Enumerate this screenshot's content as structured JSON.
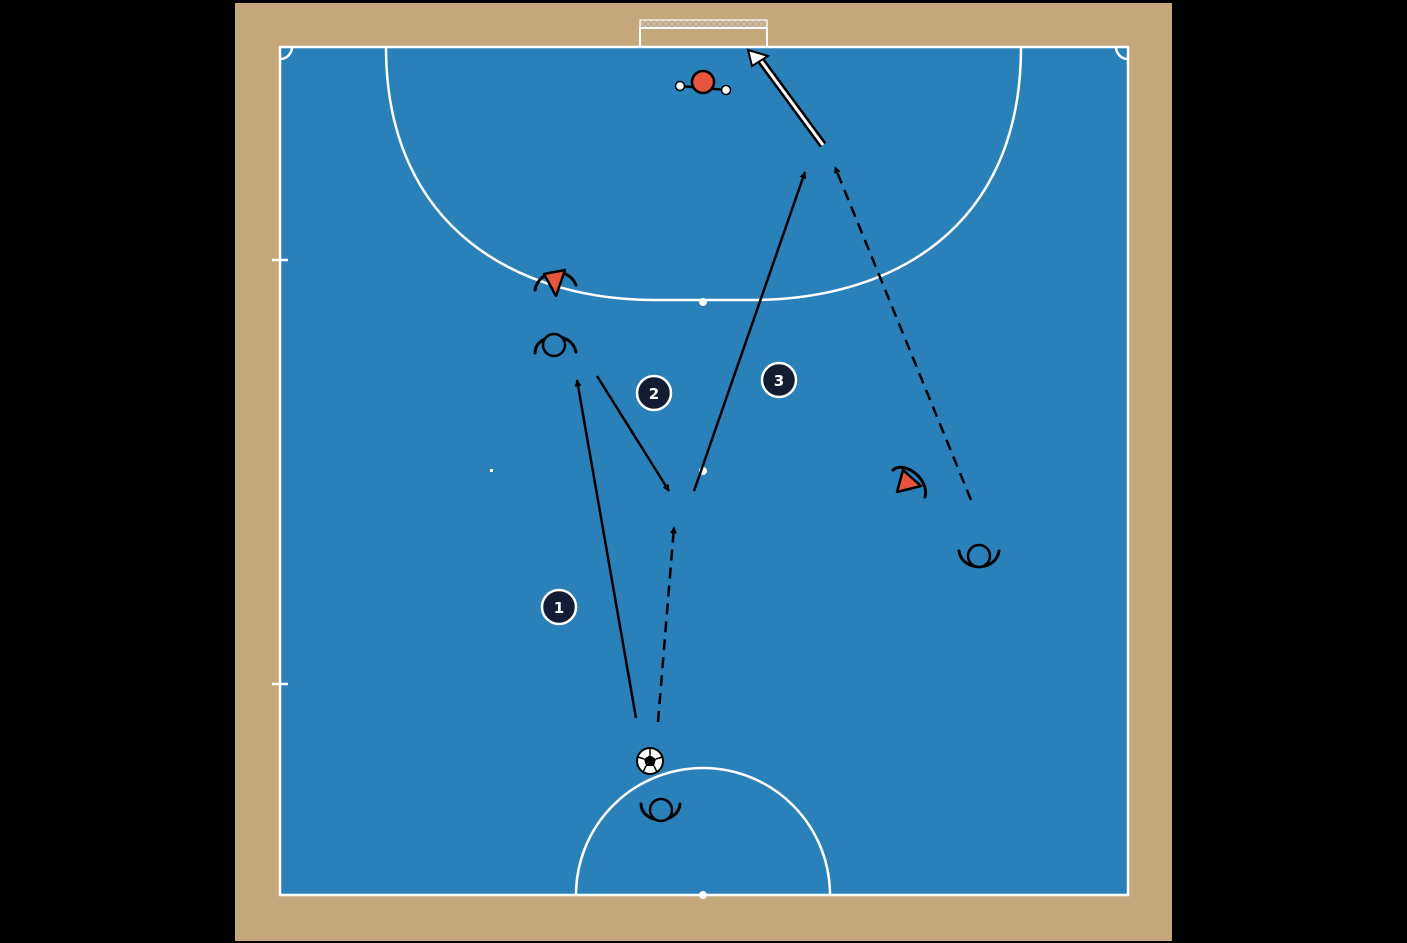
{
  "diagram": {
    "colors": {
      "background": "#000000",
      "surround": "#c4a77a",
      "court": "#2a80b9",
      "lines": "#ffffff",
      "team_blue": "#2a80b9",
      "team_red": "#e8553f",
      "marker": "#141c33"
    },
    "icons": [
      "goal-net-icon",
      "football-icon",
      "player-icon"
    ],
    "steps": [
      {
        "label": "1"
      },
      {
        "label": "2"
      },
      {
        "label": "3"
      }
    ]
  }
}
